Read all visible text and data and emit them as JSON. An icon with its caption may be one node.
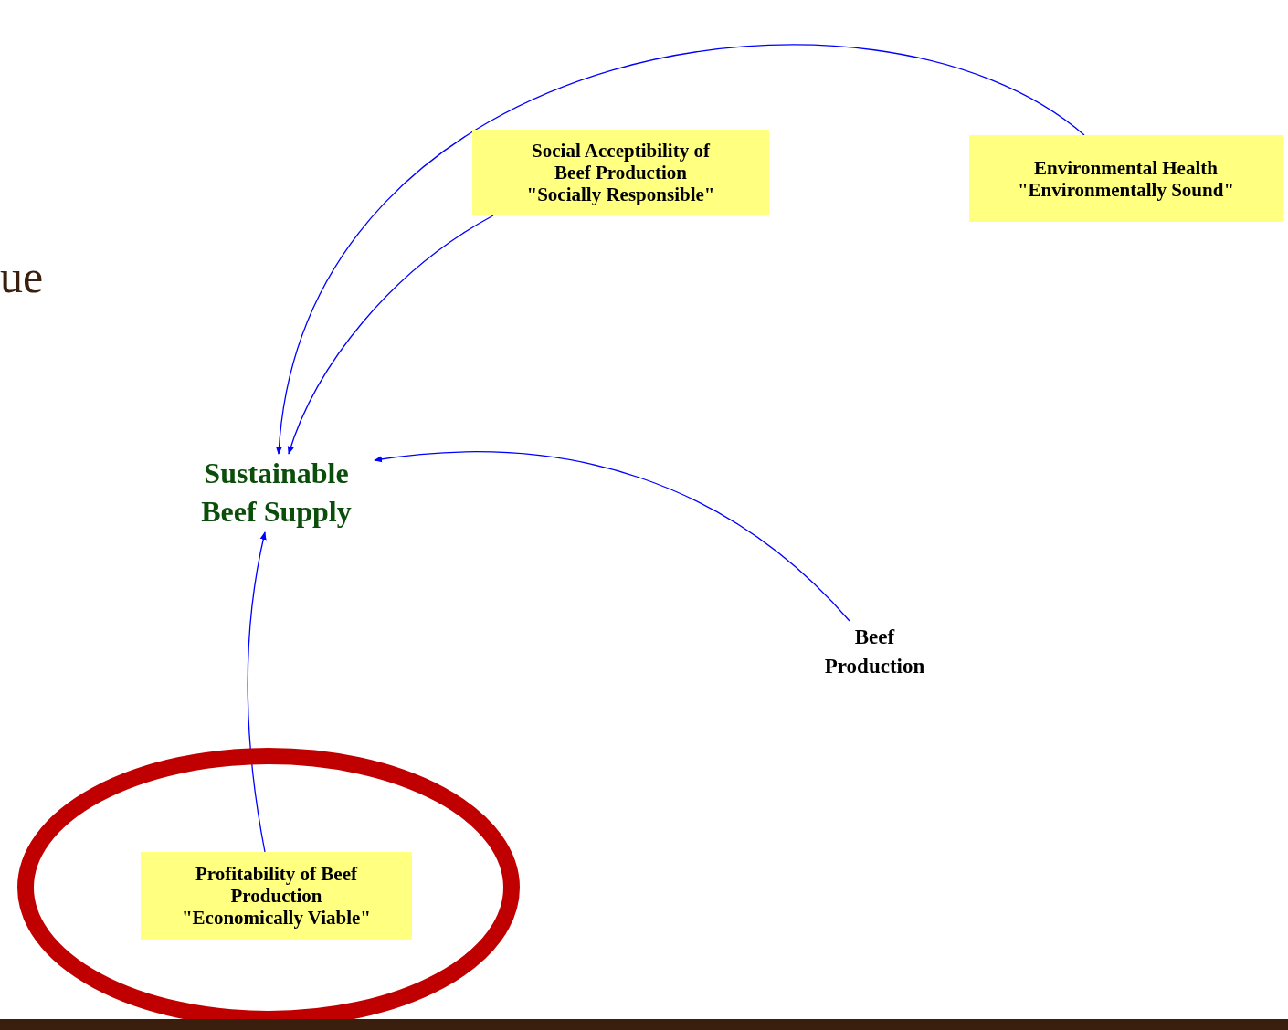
{
  "diagram": {
    "nodes": [
      {
        "text": [
          "Social Acceptibility of Beef Production",
          "\"Socially Responsible\""
        ]
      },
      {
        "text": [
          "Environmental Health",
          "\"Environmentally Sound\""
        ]
      },
      {
        "text": [
          "Sustainable Beef Supply"
        ]
      },
      {
        "text": [
          "Beef Production"
        ]
      },
      {
        "text": [
          "Profitability of Beef Production",
          "\"Economically Viable\""
        ]
      }
    ],
    "edges": [
      {
        "from": 1,
        "to": 2,
        "arrow": "to"
      },
      {
        "from": 0,
        "to": 2,
        "arrow": "to"
      },
      {
        "from": 3,
        "to": 2,
        "arrow": "to"
      },
      {
        "from": 4,
        "to": 2,
        "arrow": "to"
      }
    ],
    "labels": [
      "ue"
    ]
  }
}
